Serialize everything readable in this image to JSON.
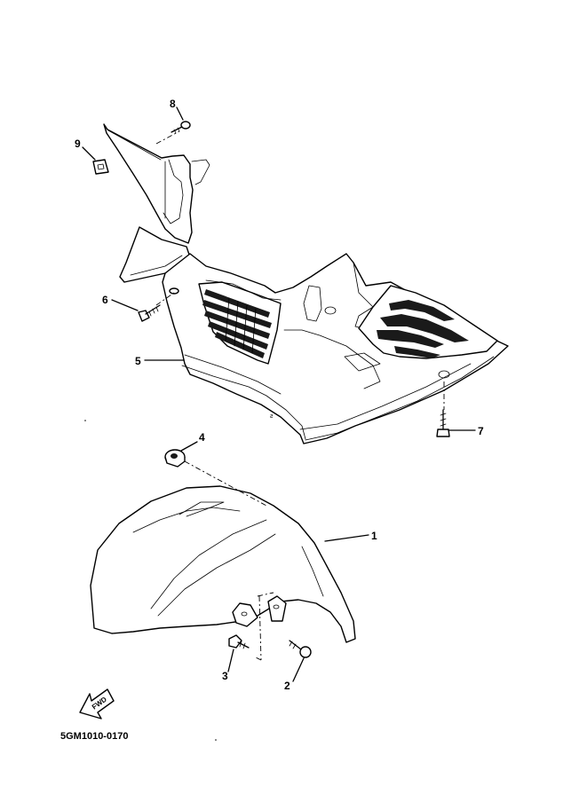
{
  "diagram": {
    "callouts": [
      {
        "id": "1",
        "label": "1"
      },
      {
        "id": "2",
        "label": "2"
      },
      {
        "id": "3",
        "label": "3"
      },
      {
        "id": "4",
        "label": "4"
      },
      {
        "id": "5",
        "label": "5"
      },
      {
        "id": "6",
        "label": "6"
      },
      {
        "id": "7",
        "label": "7"
      },
      {
        "id": "8",
        "label": "8"
      },
      {
        "id": "9",
        "label": "9"
      }
    ],
    "fwd_label": "FWD",
    "drawing_code": "5GM1010-0170"
  }
}
